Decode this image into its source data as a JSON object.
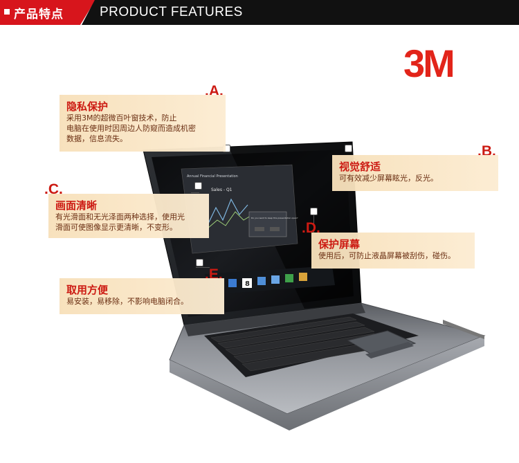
{
  "header": {
    "title_cn": "产品特点",
    "title_en": "PRODUCT FEATURES"
  },
  "brand": {
    "logo": "3M",
    "color": "#e2241a"
  },
  "screen": {
    "window_title": "Annual Financial Presentation",
    "chart_label": "Sales - Q1",
    "dialog_text": "Do you want to keep this presentation open?",
    "taskbar_number": "8"
  },
  "features": [
    {
      "tag": ".A.",
      "title": "隐私保护",
      "lines": [
        "采用3M的超微百叶窗技术，防止",
        "电脑在使用时因周边人防窥而造成机密",
        "数据，信息流失。"
      ]
    },
    {
      "tag": ".B.",
      "title": "视觉舒适",
      "lines": [
        "可有效减少屏幕眩光，反光。"
      ]
    },
    {
      "tag": ".C.",
      "title": "画面清晰",
      "lines": [
        "有光滑面和无光泽面两种选择，使用光",
        "滑面可使图像显示更清晰，不变形。"
      ]
    },
    {
      "tag": ".D.",
      "title": "保护屏幕",
      "lines": [
        "使用后，可防止液晶屏幕被刮伤，碰伤。"
      ]
    },
    {
      "tag": ".E.",
      "title": "取用方便",
      "lines": [
        "易安装，易移除，不影响电脑闭合。"
      ]
    }
  ]
}
